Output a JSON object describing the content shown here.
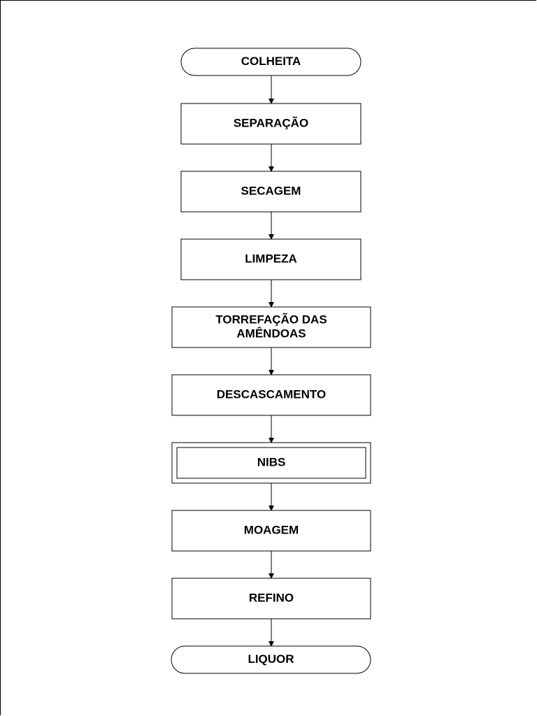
{
  "diagram": {
    "nodes": [
      {
        "id": "colheita",
        "shape": "terminal",
        "lines": [
          "COLHEITA"
        ]
      },
      {
        "id": "separacao",
        "shape": "process",
        "lines": [
          "SEPARAÇÃO"
        ]
      },
      {
        "id": "secagem",
        "shape": "process",
        "lines": [
          "SECAGEM"
        ]
      },
      {
        "id": "limpeza",
        "shape": "process",
        "lines": [
          "LIMPEZA"
        ]
      },
      {
        "id": "torrefacao",
        "shape": "process",
        "lines": [
          "TORREFAÇÃO DAS",
          "AMÊNDOAS"
        ]
      },
      {
        "id": "descascamento",
        "shape": "process",
        "lines": [
          "DESCASCAMENTO"
        ]
      },
      {
        "id": "nibs",
        "shape": "double",
        "lines": [
          "NIBS"
        ]
      },
      {
        "id": "moagem",
        "shape": "process",
        "lines": [
          "MOAGEM"
        ]
      },
      {
        "id": "refino",
        "shape": "process",
        "lines": [
          "REFINO"
        ]
      },
      {
        "id": "liquor",
        "shape": "terminal",
        "lines": [
          "LIQUOR"
        ]
      }
    ],
    "edges": [
      [
        "colheita",
        "separacao"
      ],
      [
        "separacao",
        "secagem"
      ],
      [
        "secagem",
        "limpeza"
      ],
      [
        "limpeza",
        "torrefacao"
      ],
      [
        "torrefacao",
        "descascamento"
      ],
      [
        "descascamento",
        "nibs"
      ],
      [
        "nibs",
        "moagem"
      ],
      [
        "moagem",
        "refino"
      ],
      [
        "refino",
        "liquor"
      ]
    ]
  }
}
